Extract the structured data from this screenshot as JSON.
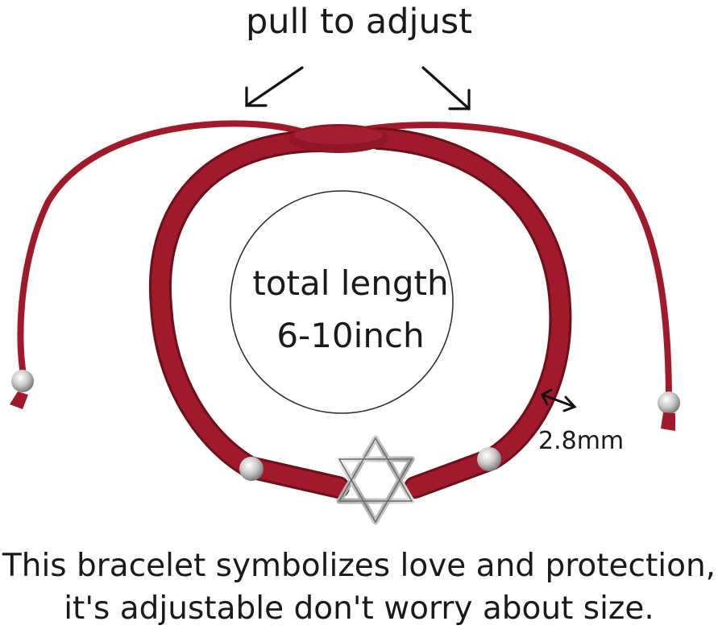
{
  "header": {
    "title": "pull to adjust"
  },
  "circle_text": {
    "line1": "total length",
    "line2": "6-10inch"
  },
  "cord_width": "2.8mm",
  "caption": {
    "line1": "This bracelet symbolizes love and protection,",
    "line2": "it's adjustable don't worry about size."
  },
  "colors": {
    "cord": "#a01a2c",
    "cord_dark": "#6e0f1c",
    "silver": "#c8c8c8",
    "text": "#1a1a1a",
    "background": "#ffffff"
  },
  "icons": [
    "arrow-left-down-icon",
    "arrow-right-down-icon",
    "double-arrow-icon",
    "star-of-david-charm"
  ]
}
